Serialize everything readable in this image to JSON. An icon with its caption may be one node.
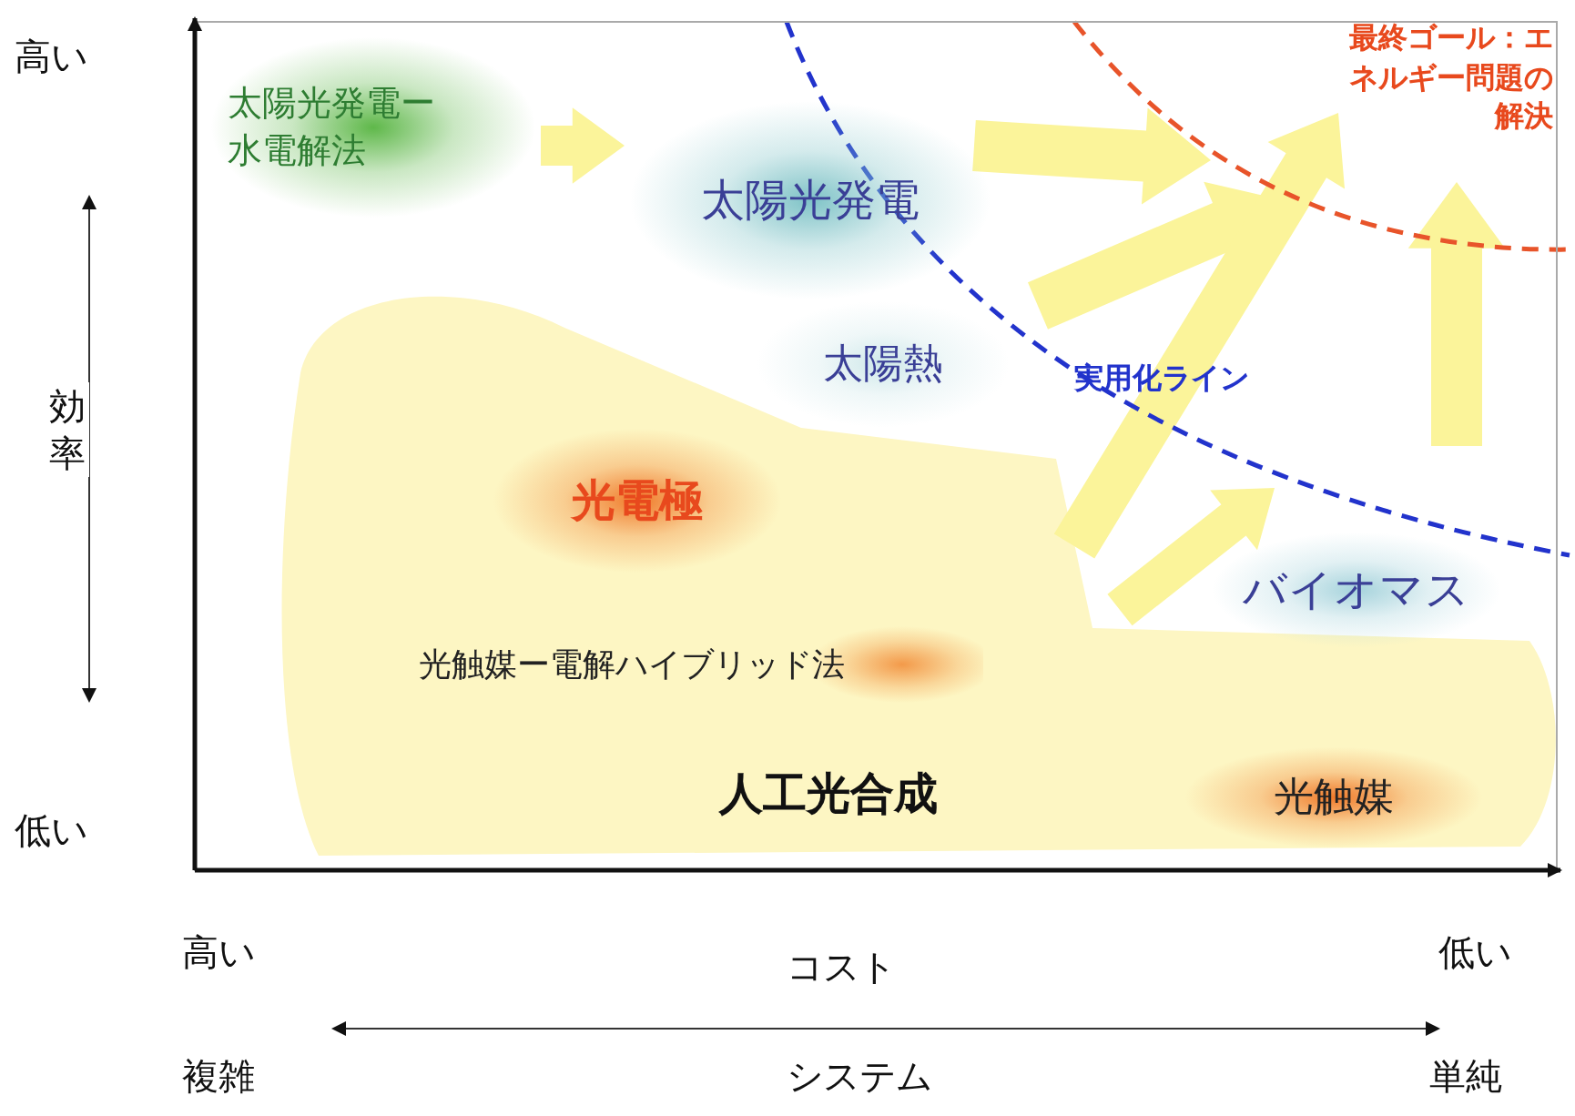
{
  "diagram": {
    "nodes": [
      {
        "text": [
          "太陽光発電ー水電解法"
        ]
      },
      {
        "text": [
          "太陽光発電"
        ]
      },
      {
        "text": [
          "太陽熱"
        ]
      },
      {
        "text": [
          "光電極"
        ]
      },
      {
        "text": [
          "光触媒ー電解ハイブリッド法"
        ]
      },
      {
        "text": [
          "バイオマス"
        ]
      },
      {
        "text": [
          "光触媒"
        ]
      }
    ],
    "edges": [
      {
        "from": 0,
        "to": 1,
        "arrow": "to"
      }
    ],
    "labels": [
      "高い",
      "効率",
      "低い",
      "人工光合成",
      "実用化ライン",
      "最終ゴール：エネルギー問題の解決",
      "高い",
      "コスト",
      "低い",
      "複雑",
      "システム",
      "単純"
    ]
  }
}
